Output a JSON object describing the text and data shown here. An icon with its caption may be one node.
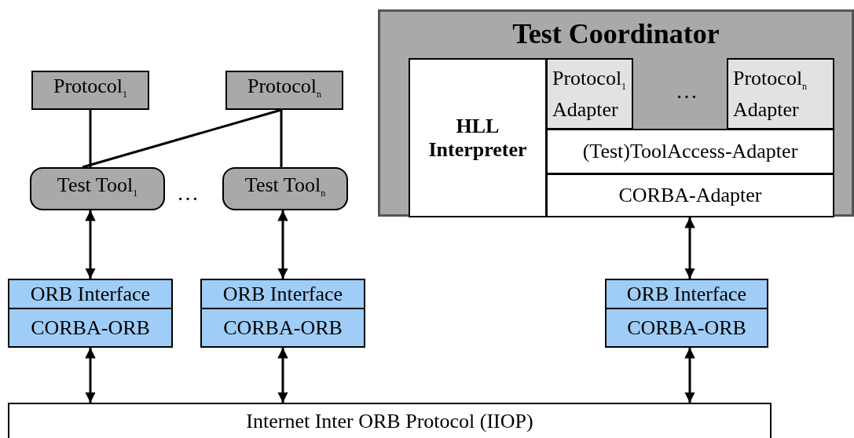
{
  "diagram": {
    "nodes": [
      {
        "text": [
          "Protocol$_{1}$"
        ]
      },
      {
        "text": [
          "Protocol$_{n}$"
        ]
      },
      {
        "text": [
          "Test Tool$_{1}$"
        ]
      },
      {
        "text": [
          "Test Tool$_{n}$"
        ]
      },
      {
        "text": [
          "Test Coordinator"
        ]
      },
      {
        "text": [
          "HLL Interpreter"
        ],
        "in": 4
      },
      {
        "text": [
          "Protocol$_{1}$ Adapter"
        ],
        "in": 4
      },
      {
        "text": [
          "Protocol$_{n}$ Adapter"
        ],
        "in": 4
      },
      {
        "text": [
          "(Test)ToolAccess-Adapter"
        ],
        "in": 4
      },
      {
        "text": [
          "CORBA-Adapter"
        ],
        "in": 4
      },
      {
        "text": [
          "ORB Interface"
        ]
      },
      {
        "text": [
          "CORBA-ORB"
        ]
      },
      {
        "text": [
          "ORB Interface"
        ]
      },
      {
        "text": [
          "CORBA-ORB"
        ]
      },
      {
        "text": [
          "ORB Interface"
        ]
      },
      {
        "text": [
          "CORBA-ORB"
        ]
      },
      {
        "text": [
          "Internet Inter ORB Protocol (IIOP)"
        ]
      }
    ],
    "edges": [
      {
        "from": 0,
        "to": 2,
        "arrow": "none"
      },
      {
        "from": 1,
        "to": 2,
        "arrow": "none"
      },
      {
        "from": 1,
        "to": 3,
        "arrow": "none"
      },
      {
        "from": 2,
        "to": 10,
        "arrow": "both"
      },
      {
        "from": 3,
        "to": 12,
        "arrow": "both"
      },
      {
        "from": 9,
        "to": 14,
        "arrow": "both"
      },
      {
        "from": 11,
        "to": 16,
        "arrow": "both"
      },
      {
        "from": 13,
        "to": 16,
        "arrow": "both"
      },
      {
        "from": 15,
        "to": 16,
        "arrow": "both"
      }
    ],
    "labels": [
      "…",
      "…"
    ]
  }
}
